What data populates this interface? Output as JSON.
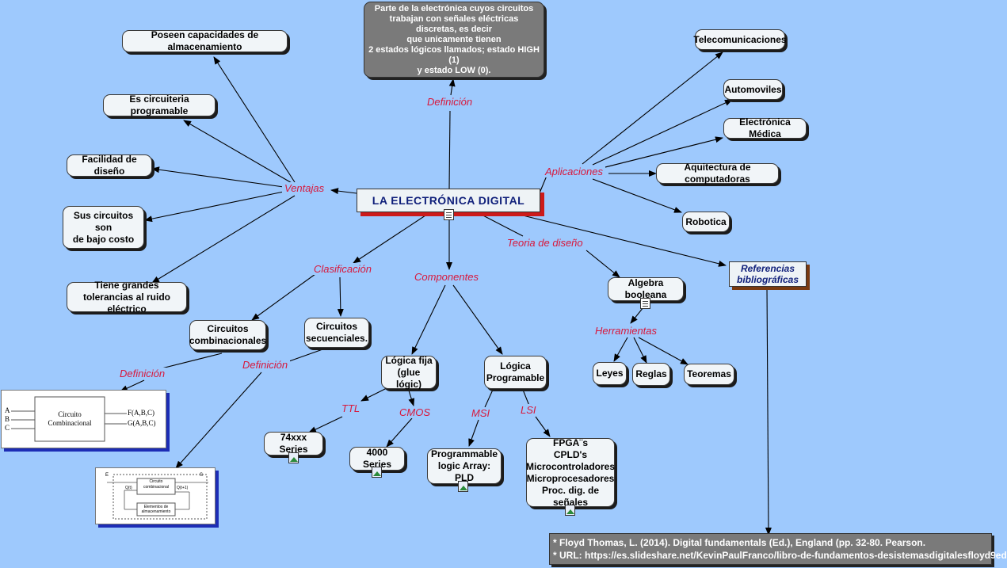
{
  "main_title": "LA ELECTRÓNICA DIGITAL",
  "definition_text": "Parte de la electrónica cuyos circuitos\ntrabajan con señales eléctricas\ndiscretas, es decir\nque unicamente tienen\n2 estados lógicos llamados; estado HIGH (1)\ny estado LOW (0).",
  "labels": {
    "definicion": "Definición",
    "ventajas": "Ventajas",
    "aplicaciones": "Aplicaciones",
    "clasificacion": "Clasificación",
    "componentes": "Componentes",
    "teoria": "Teoria de diseño",
    "herramientas": "Herramientas",
    "def_comb": "Definición",
    "def_sec": "Definición",
    "ttl": "TTL",
    "cmos": "CMOS",
    "msi": "MSI",
    "lsi": "LSI"
  },
  "ventajas": [
    "Poseen capacidades de almacenamiento",
    "Es circuiteria programable",
    "Facilidad de diseño",
    "Sus circuitos son\nde bajo costo",
    "Tiene grandes\ntolerancias  al ruido eléctrico"
  ],
  "aplicaciones": [
    "Telecomunicaciones",
    "Automoviles",
    "Electrónica Médica",
    "Aquitectura de computadoras",
    "Robotica"
  ],
  "nodes": {
    "comb": "Circuitos\ncombinacionales",
    "sec": "Circuitos\nsecuenciales.",
    "fija": "Lógica fija\n(glue lógic)",
    "prog": "Lógica\nProgramable",
    "series74": "74xxx Series",
    "series4000": "4000 Series",
    "pld": "Programmable\nlogic Array: PLD",
    "fpga": "FPGA¨s\nCPLD's\nMicrocontroladores\nMicroprocesadores\nProc. dig. de señales",
    "algebra": "Algebra booleana",
    "leyes": "Leyes",
    "reglas": "Reglas",
    "teoremas": "Teoremas"
  },
  "referencias": "Referencias\nbibliográficas",
  "bibliografia": [
    "Floyd Thomas, L. (2014). Digital fundamentals (Ed.), England  (pp. 32-80. Pearson.",
    "URL: https://es.slideshare.net/KevinPaulFranco/libro-de-fundamentos-desistemasdigitalesfloyd9ed"
  ],
  "figure_comb": {
    "inputs": [
      "A",
      "B",
      "C"
    ],
    "box": "Circuito\nCombinacional",
    "outputs": [
      "F(A,B,C)",
      "G(A,B,C)"
    ]
  },
  "figure_seq": {
    "input": "E",
    "output": "S",
    "box_top": "Circuito\ncombinacional",
    "box_bottom": "Elementos de\nalmacenamiento",
    "q_in": "Q(t)",
    "q_out": "Q(t+1)"
  }
}
